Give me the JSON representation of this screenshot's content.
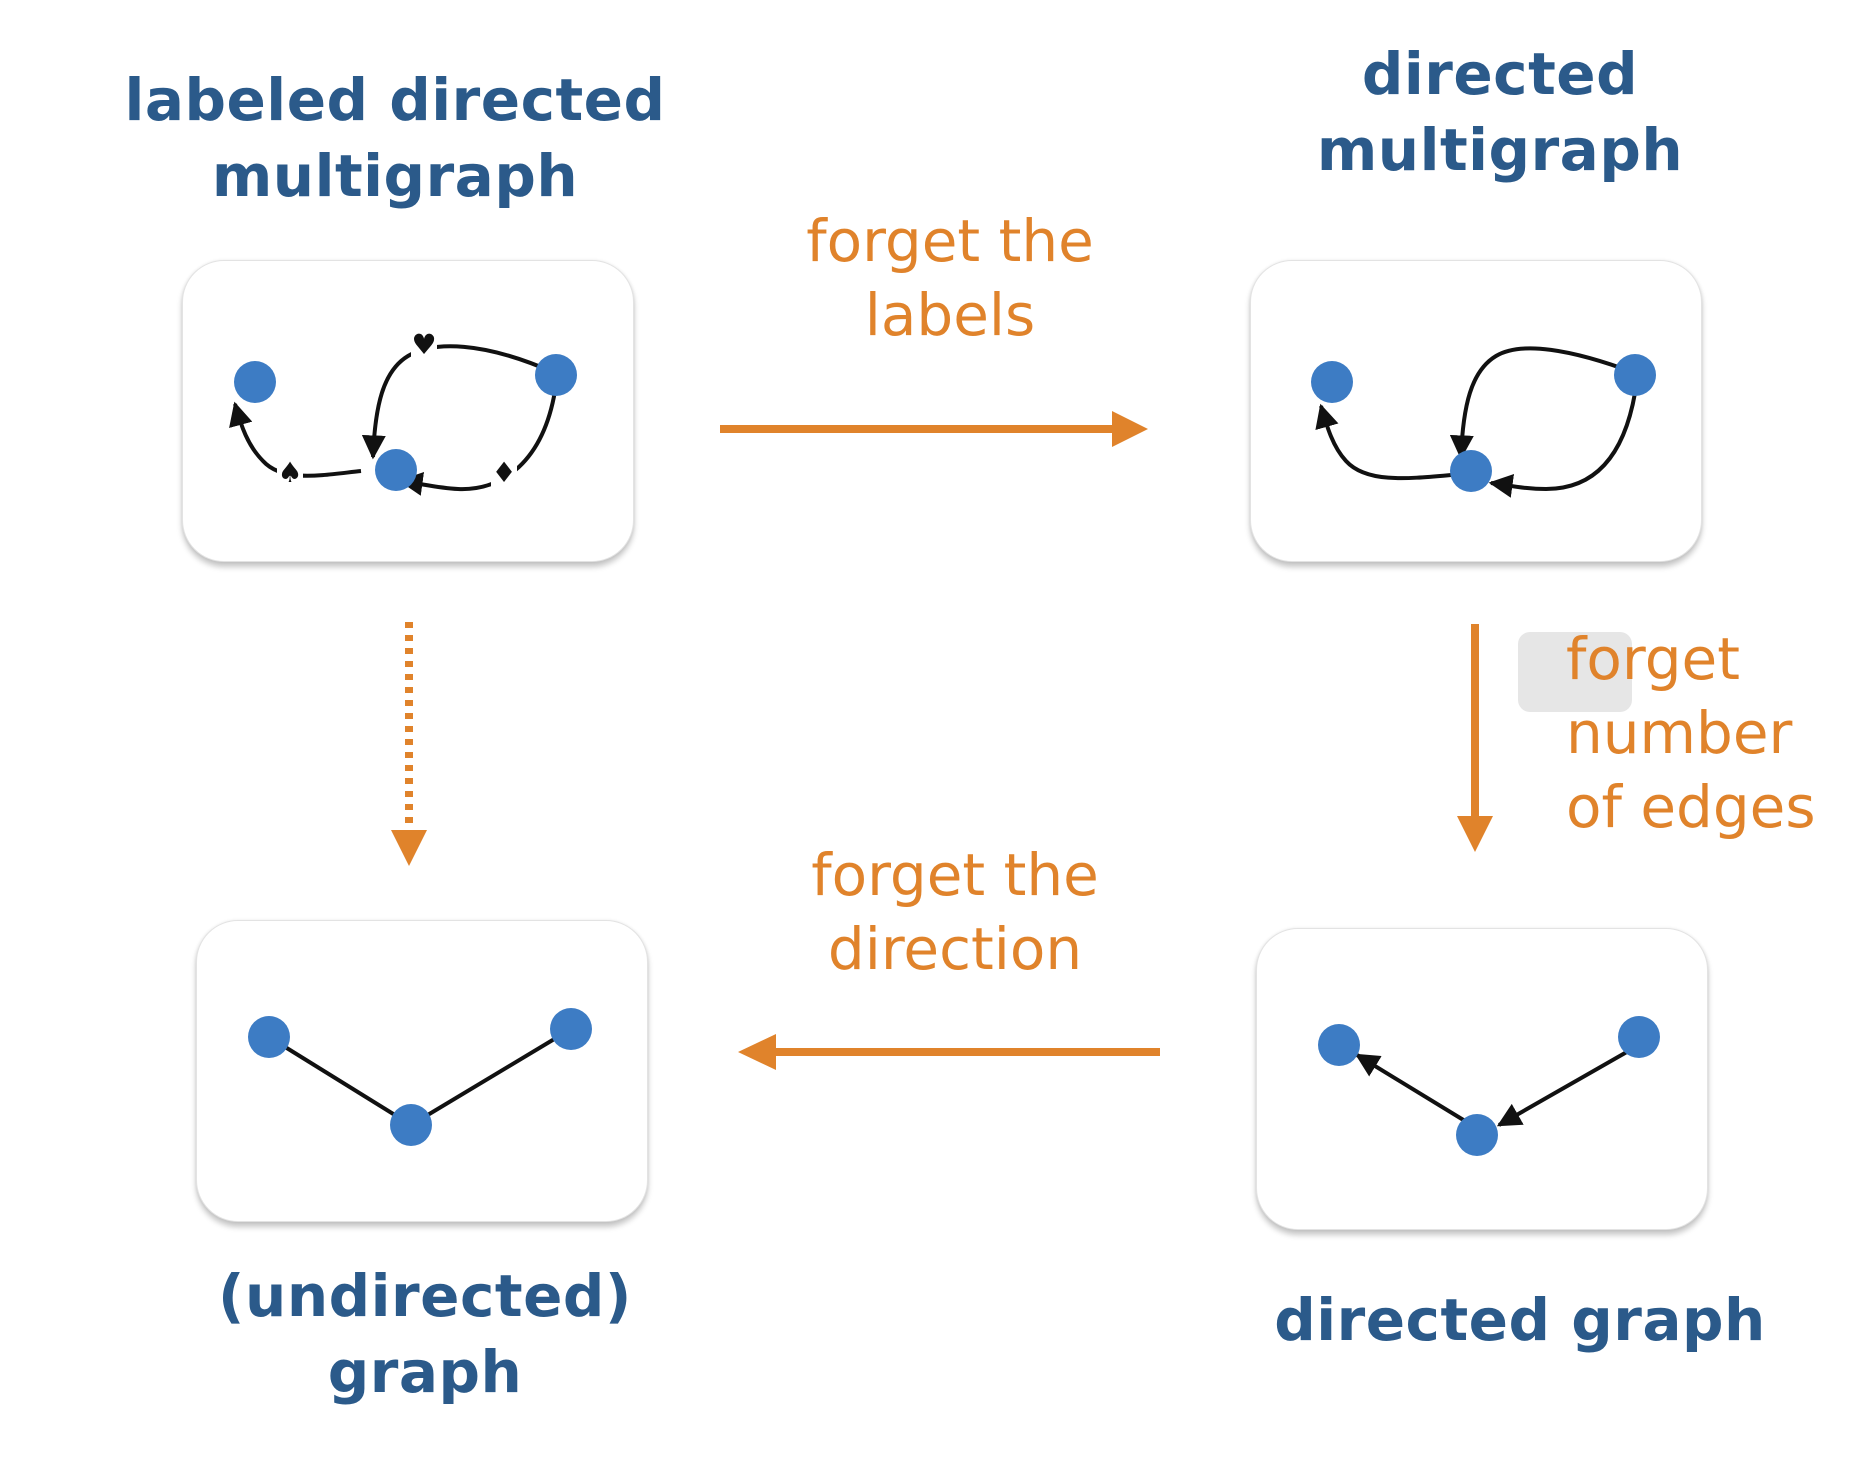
{
  "titles": {
    "labeled_directed_multigraph": [
      "labeled directed",
      "multigraph"
    ],
    "directed_multigraph": [
      "directed",
      "multigraph"
    ],
    "undirected_graph": [
      "(undirected)",
      "graph"
    ],
    "directed_graph": "directed graph"
  },
  "arrow_labels": {
    "forget_labels": [
      "forget the",
      "labels"
    ],
    "forget_edges": [
      "forget",
      "number",
      "of edges"
    ],
    "forget_direction": [
      "forget the",
      "direction"
    ]
  },
  "edge_label_symbols": {
    "heart": "♥",
    "spade": "♠",
    "diamond": "♦"
  },
  "colors": {
    "title": "#2b5a8a",
    "arrow": "#e0832b",
    "node": "#3d7cc4",
    "edge": "#111111"
  }
}
